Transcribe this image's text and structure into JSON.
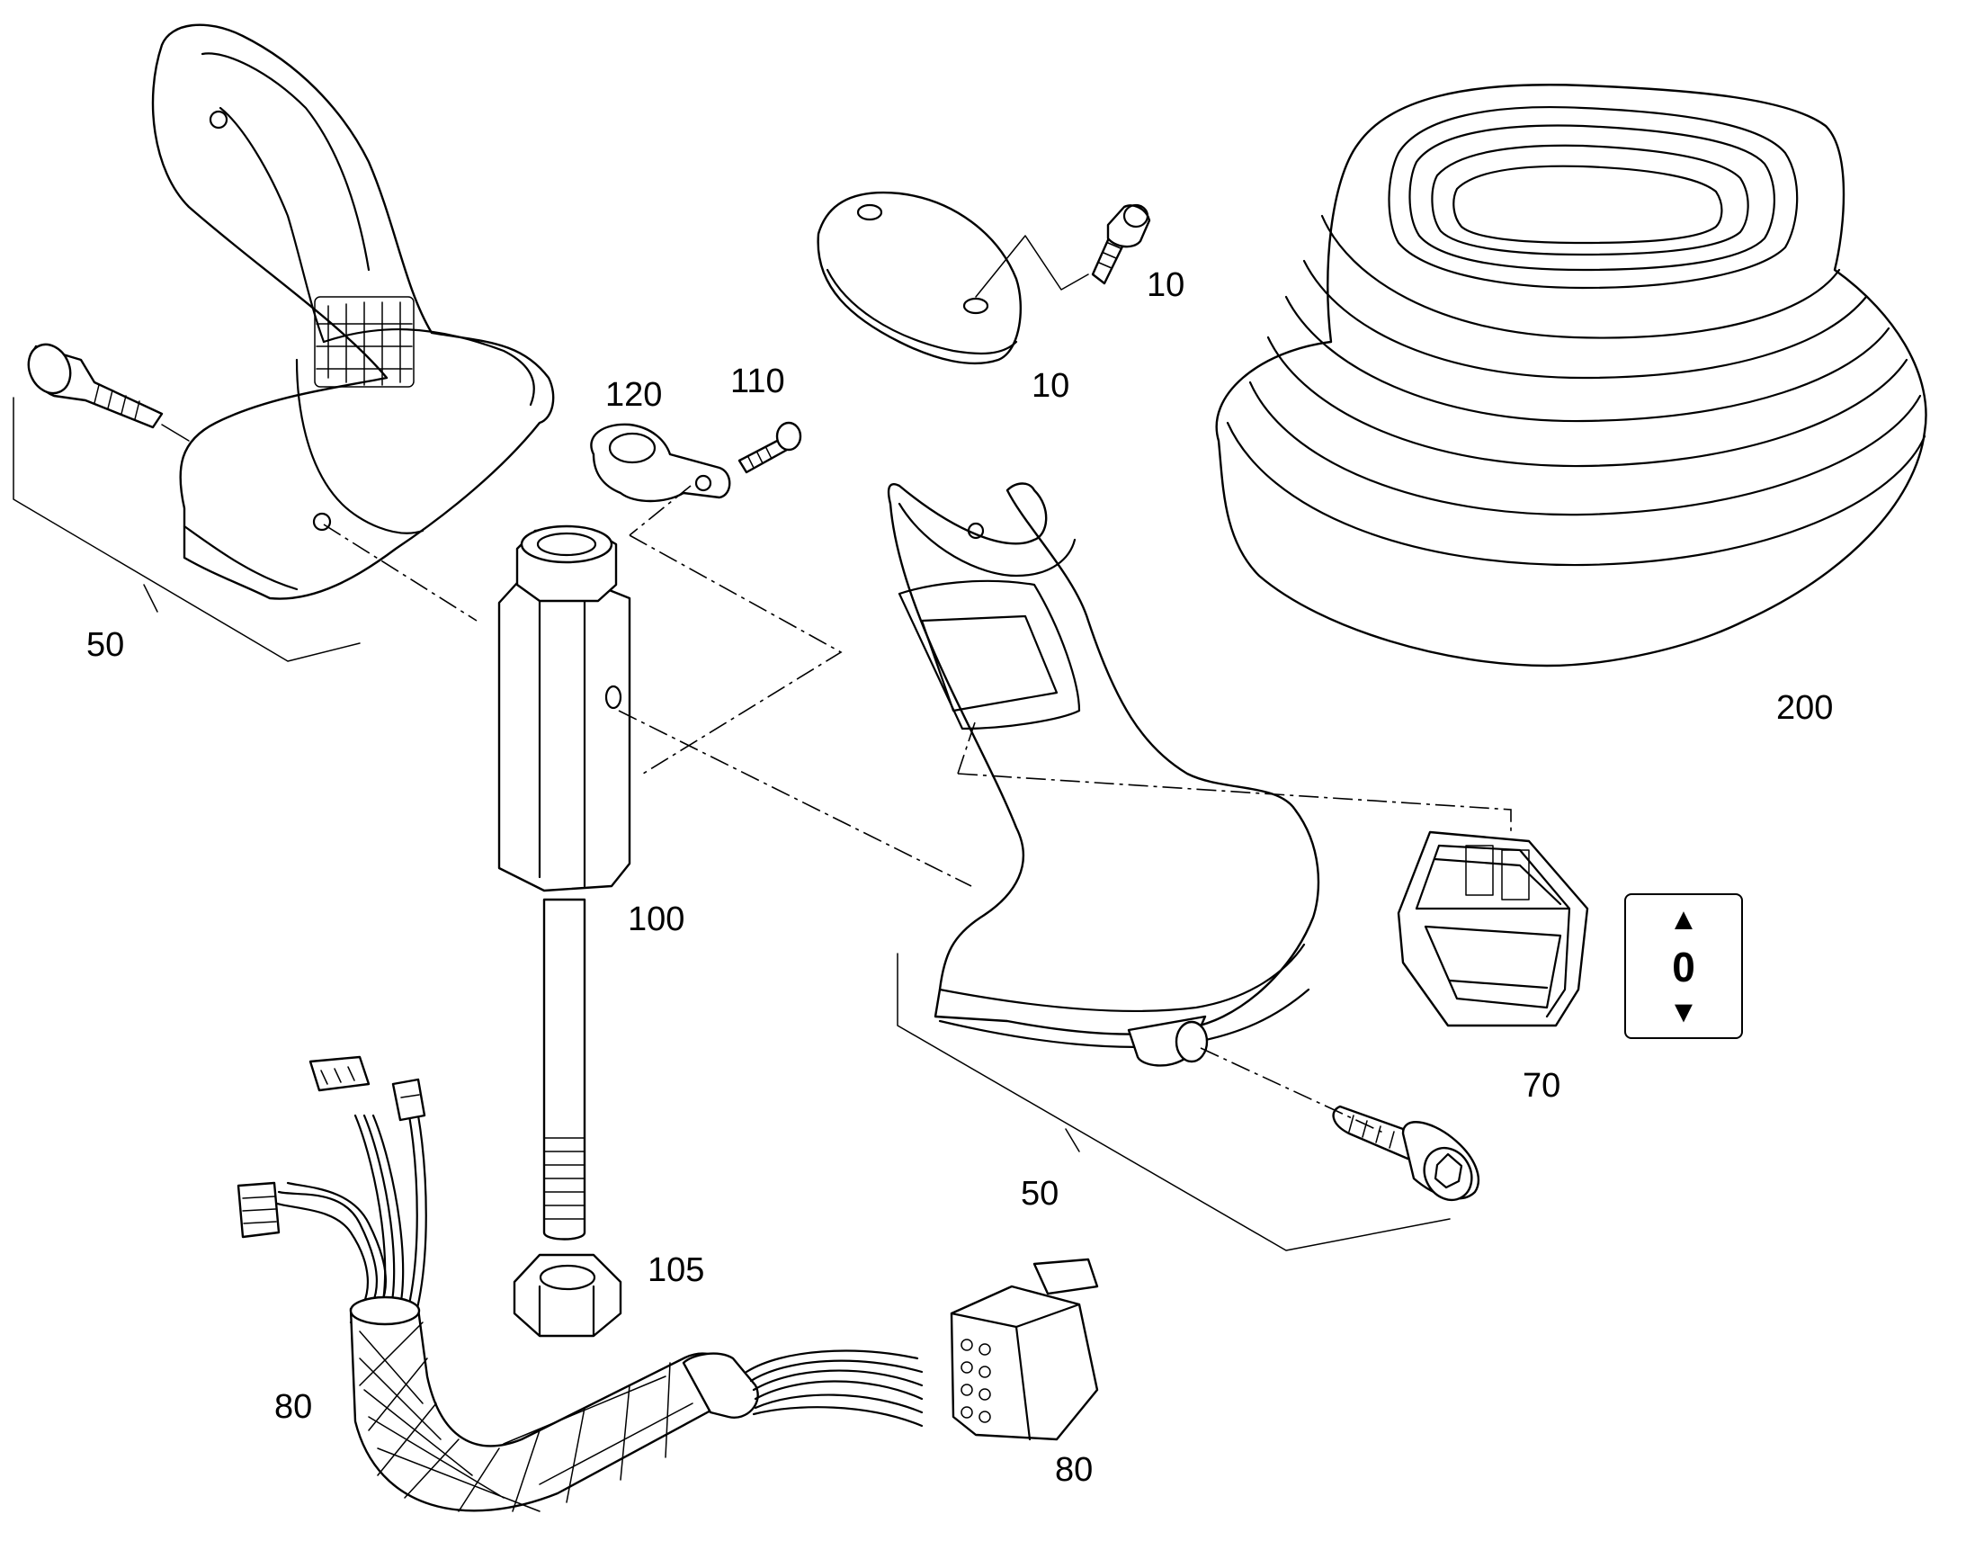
{
  "labels": {
    "p50_top": "50",
    "p120": "120",
    "p110": "110",
    "p10_screw": "10",
    "p10_cap": "10",
    "p200": "200",
    "p100": "100",
    "p70": "70",
    "p50_bottom": "50",
    "p105": "105",
    "p80_left": "80",
    "p80_right": "80"
  },
  "switch_symbol": {
    "up": "▲",
    "value": "0",
    "down": "▼"
  }
}
